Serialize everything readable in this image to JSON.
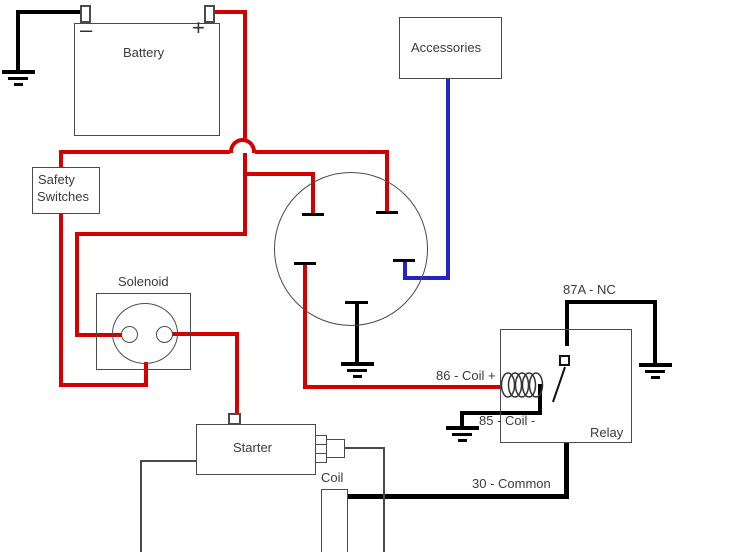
{
  "components": {
    "battery": {
      "label": "Battery",
      "minus": "–",
      "plus": "+"
    },
    "safety_switches": {
      "line1": "Safety",
      "line2": "Switches"
    },
    "solenoid": {
      "label": "Solenoid"
    },
    "accessories": {
      "label": "Accessories"
    },
    "starter": {
      "label": "Starter"
    },
    "coil": {
      "label": "Coil"
    },
    "relay": {
      "label": "Relay",
      "terminal_87a": "87A - NC",
      "terminal_86": "86 - Coil +",
      "terminal_85": "85 - Coil -",
      "terminal_30": "30 - Common"
    }
  },
  "colors": {
    "wire_red": "#d40000",
    "wire_blue": "#2424c4",
    "wire_black": "#000000",
    "line_color": "#4a4a4a",
    "text_color": "#3a3a3a"
  }
}
